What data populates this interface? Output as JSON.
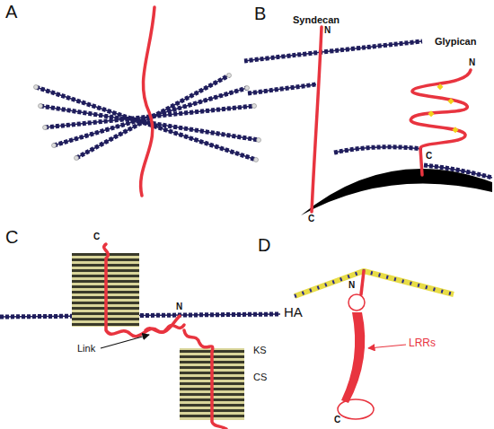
{
  "diagram": {
    "labels": [
      "A",
      "B",
      "Syndecan",
      "N",
      "Glypican",
      "N",
      "C",
      "C",
      "C",
      "C",
      "N",
      "HA",
      "Link",
      "KS",
      "CS",
      "D",
      "N",
      "LRRs",
      "C"
    ]
  }
}
